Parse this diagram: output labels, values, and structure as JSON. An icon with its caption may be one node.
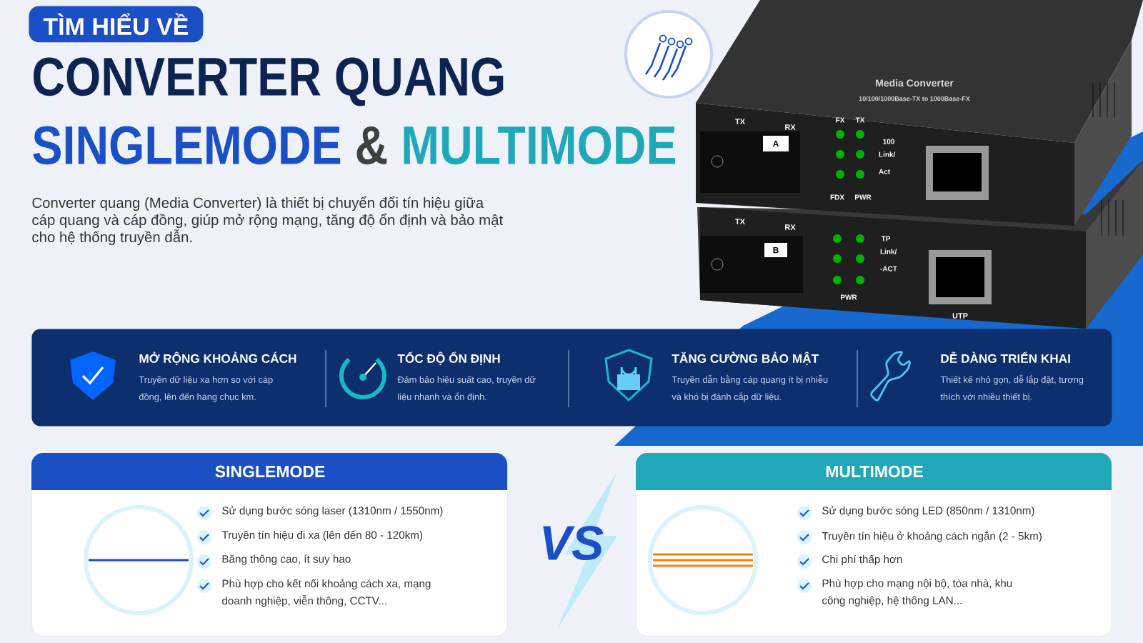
{
  "diagram": {
    "title": "CONVERTER QUANG",
    "nodes": [
      {
        "text": [
          "TÌM HIỂU VỀ"
        ]
      },
      {
        "text": [],
        "shape": "box"
      },
      {
        "text": [
          "MỞ RỘNG KHOẢNG CÁCH",
          "Truyền dữ liệu xa hơn so với cáp đồng, lên đến hàng chục km."
        ],
        "in": 1
      },
      {
        "text": [
          "TỐC ĐỘ ỔN ĐỊNH",
          "Đảm bảo hiệu suất cao, truyền dữ liệu nhanh và ổn định."
        ],
        "in": 1
      },
      {
        "text": [
          "TĂNG CƯỜNG BẢO MẬT",
          "Truyền dẫn bằng cáp quang ít bị nhiễu và khó bị đánh cắp dữ liệu."
        ],
        "in": 1
      },
      {
        "text": [
          "DỄ DÀNG TRIỂN KHAI",
          "Thiết kế nhỏ gọn, dễ lắp đặt, tương thích với nhiều thiết bị."
        ],
        "in": 1
      },
      {
        "text": [
          "SINGLEMODE",
          "Sử dụng bước sóng laser (1310nm / 1550nm)",
          "Truyền tín hiệu đi xa (lên đến 80 - 120km)",
          "Băng thông cao, ít suy hao",
          "Phù hợp cho kết nối khoảng cách xa, mạng doanh nghiệp, viễn thông, CCTV..."
        ]
      },
      {
        "text": [
          "MULTIMODE",
          "Sử dụng bước sóng LED (850nm / 1310nm)",
          "Truyền tín hiệu ở khoảng cách ngắn (2 - 5km)",
          "Chi phí thấp hơn",
          "Phù hợp cho mạng nội bộ, tòa nhà, khu công nghiệp, hệ thống LAN..."
        ]
      }
    ],
    "labels": [
      "SINGLEMODE",
      "&",
      "MULTIMODE",
      "Converter quang (Media Converter) là thiết bị chuyển đổi tín hiệu giữa cáp quang và cáp đồng, giúp mở rộng mạng, tăng độ ổn định và bảo mật cho hệ thống truyền dẫn.",
      "Media Converter",
      "10/100/1000Base-TX to 1000Base-FX",
      "TX",
      "RX",
      "FX",
      "TX",
      "100",
      "Link/ Act",
      "A",
      "FDX",
      "PWR",
      "TX",
      "RX",
      "TP",
      "Link/ -ACT",
      "B",
      "PWR",
      "UTP",
      "VS"
    ]
  }
}
